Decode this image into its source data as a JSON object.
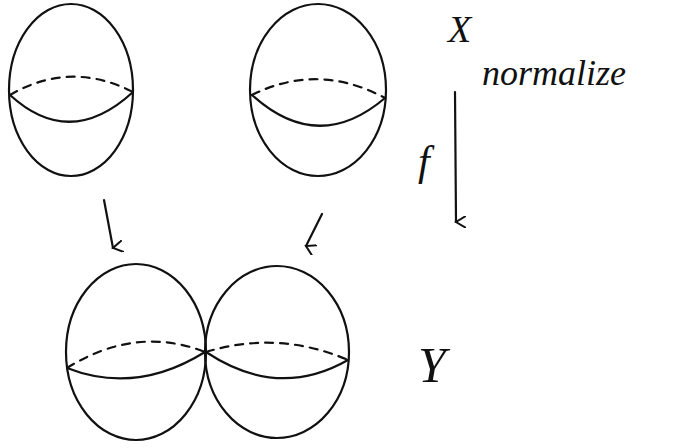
{
  "diagram": {
    "labels": [
      "X",
      "normalize",
      "f",
      "Y"
    ]
  }
}
